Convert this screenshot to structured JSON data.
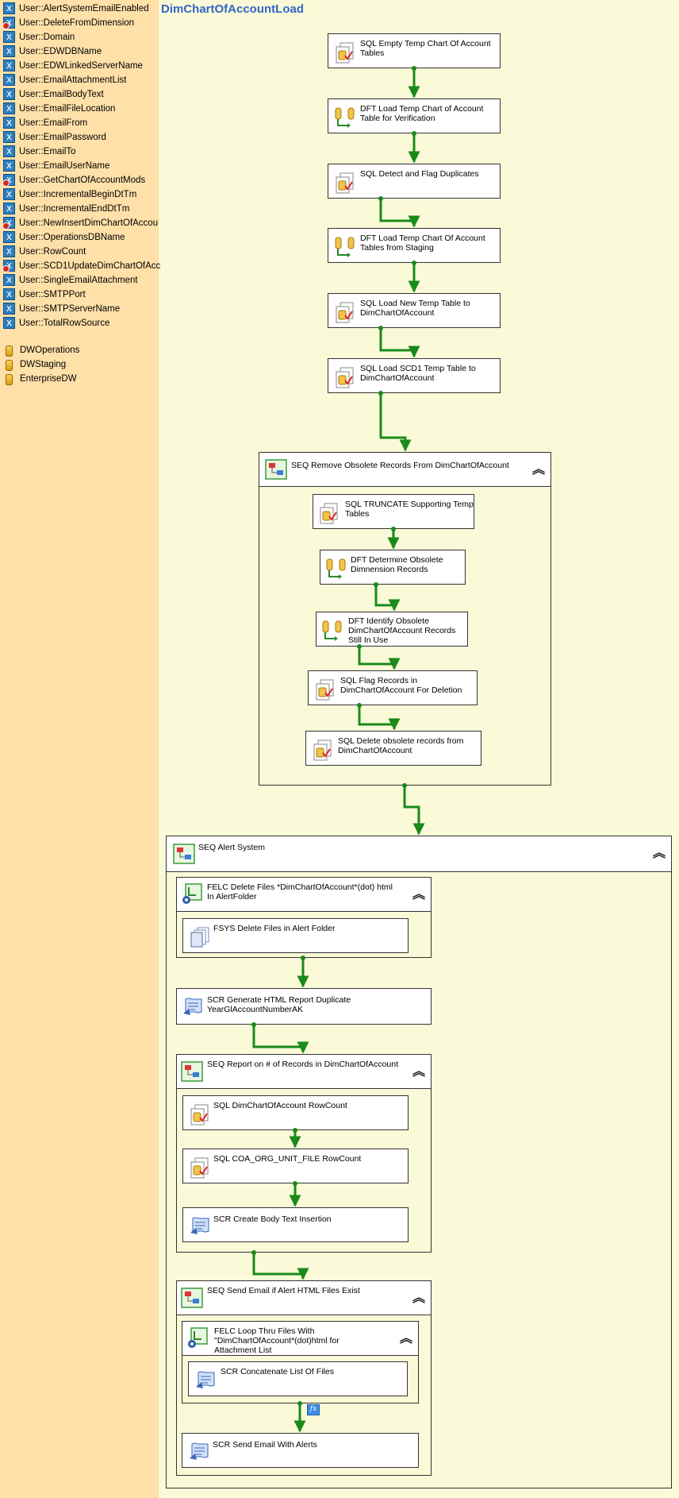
{
  "package_title": "DimChartOfAccountLoad",
  "variables": [
    {
      "name": "User::AlertSystemEmailEnabled",
      "red": false
    },
    {
      "name": "User::DeleteFromDimension",
      "red": true
    },
    {
      "name": "User::Domain",
      "red": false
    },
    {
      "name": "User::EDWDBName",
      "red": false
    },
    {
      "name": "User::EDWLinkedServerName",
      "red": false
    },
    {
      "name": "User::EmailAttachmentList",
      "red": false
    },
    {
      "name": "User::EmailBodyText",
      "red": false
    },
    {
      "name": "User::EmailFileLocation",
      "red": false
    },
    {
      "name": "User::EmailFrom",
      "red": false
    },
    {
      "name": "User::EmailPassword",
      "red": false
    },
    {
      "name": "User::EmailTo",
      "red": false
    },
    {
      "name": "User::EmailUserName",
      "red": false
    },
    {
      "name": "User::GetChartOfAccountMods",
      "red": true
    },
    {
      "name": "User::IncrementalBeginDtTm",
      "red": false
    },
    {
      "name": "User::IncrementalEndDtTm",
      "red": false
    },
    {
      "name": "User::NewInsertDimChartOfAccou",
      "red": true
    },
    {
      "name": "User::OperationsDBName",
      "red": false
    },
    {
      "name": "User::RowCount",
      "red": false
    },
    {
      "name": "User::SCD1UpdateDimChartOfAcc",
      "red": true
    },
    {
      "name": "User::SingleEmailAttachment",
      "red": false
    },
    {
      "name": "User::SMTPPort",
      "red": false
    },
    {
      "name": "User::SMTPServerName",
      "red": false
    },
    {
      "name": "User::TotalRowSource",
      "red": false
    }
  ],
  "connections": [
    "DWOperations",
    "DWStaging",
    "EnterpriseDW"
  ],
  "tasks": {
    "sql_empty_temp": "SQL Empty Temp Chart Of Account\nTables",
    "dft_load_verification": "DFT Load Temp Chart of Account\nTable for Verification",
    "sql_detect_dup": "SQL Detect and Flag Duplicates",
    "dft_load_staging": "DFT Load Temp Chart Of Account\nTables from Staging",
    "sql_load_new": "SQL Load New Temp Table to\nDimChartOfAccount",
    "sql_load_scd1": "SQL Load SCD1 Temp Table to\nDimChartOfAccount",
    "seq_remove_obsolete": "SEQ Remove Obsolete Records From DimChartOfAccount",
    "sql_truncate": "SQL TRUNCATE Supporting Temp\nTables",
    "dft_determine_obsolete": "DFT Determine Obsolete\nDimnension Records",
    "dft_identify_obsolete": "DFT Identify Obsolete\nDimChartOfAccount Records\nStill In Use",
    "sql_flag_records": "SQL Flag Records in\nDimChartOfAccount For Deletion",
    "sql_delete_obsolete": "SQL Delete obsolete records from\nDimChartOfAccount",
    "seq_alert_system": "SEQ Alert System",
    "felc_delete_files": "FELC Delete Files *DimChartOfAccount*(dot) html\nIn AlertFolder",
    "fsys_delete_files": "FSYS Delete Files in Alert Folder",
    "scr_generate_html": "SCR Generate HTML Report Duplicate\nYearGlAccountNumberAK",
    "seq_report_records": "SEQ Report on # of Records in DimChartOfAccount",
    "sql_dim_rowcount": "SQL DimChartOfAccount RowCount",
    "sql_coa_rowcount": "SQL COA_ORG_UNIT_FILE RowCount",
    "scr_create_body": "SCR Create Body Text Insertion",
    "seq_send_email": "SEQ Send Email if Alert HTML Files Exist",
    "felc_loop_files": "FELC Loop Thru Files With\n\"DimChartOfAccount*(dot)html for\nAttachment List",
    "scr_concatenate": "SCR Concatenate List Of Files",
    "scr_send_email": "SCR Send Email With Alerts"
  },
  "fx_badge": "fx",
  "collapse_glyph": "︽",
  "colors": {
    "flow": "#1a8a1a",
    "left_panel": "#ffe0a8",
    "canvas": "#fafad8",
    "title": "#3264c8"
  }
}
